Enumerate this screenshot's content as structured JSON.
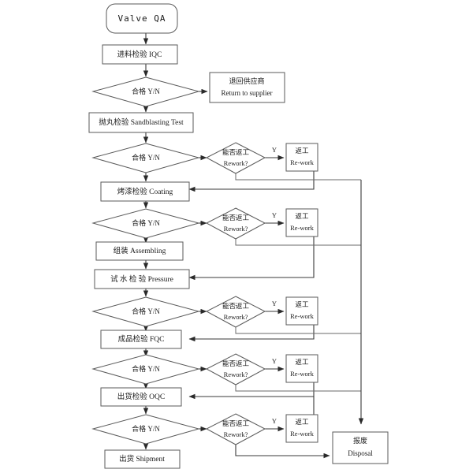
{
  "diagram": {
    "title": "Valve QA",
    "type": "flowchart",
    "orientation": "top-to-bottom",
    "background_color": "#ffffff",
    "line_color": "#3a3a3a",
    "box_border_color": "#5a5a5a",
    "text_color": "#1a1a1a"
  },
  "start": {
    "label": "Valve QA",
    "shape": "rounded-rectangle"
  },
  "stages": [
    {
      "id": "iqc",
      "process": {
        "cn": "进料检验",
        "en": "IQC",
        "combined": "进料检验 IQC"
      },
      "decision": {
        "cn": "合格",
        "en": "Y/N",
        "combined": "合格  Y/N"
      },
      "fail_target": "return-to-supplier",
      "rework": null
    },
    {
      "id": "sandblasting",
      "process": {
        "cn": "抛丸检验",
        "en": "Sandblasting Test",
        "combined": "抛丸检验 Sandblasting Test"
      },
      "decision": {
        "cn": "合格",
        "en": "Y/N",
        "combined": "合格  Y/N"
      },
      "rework": {
        "decision": {
          "cn": "能否返工",
          "en": "Rework?",
          "line1": "能否返工",
          "line2": "Rework?"
        },
        "yes_label": "Y",
        "box": {
          "cn": "返工",
          "en": "Re-work",
          "line1": "返工",
          "line2": "Re-work"
        }
      }
    },
    {
      "id": "coating",
      "process": {
        "cn": "烤漆检验",
        "en": "Coating",
        "combined": "烤漆检验 Coating"
      },
      "decision": {
        "cn": "合格",
        "en": "Y/N",
        "combined": "合格  Y/N"
      },
      "rework": {
        "decision": {
          "cn": "能否返工",
          "en": "Rework?",
          "line1": "能否返工",
          "line2": "Rework?"
        },
        "yes_label": "Y",
        "box": {
          "cn": "返工",
          "en": "Re-work",
          "line1": "返工",
          "line2": "Re-work"
        }
      }
    },
    {
      "id": "assembling",
      "process": {
        "cn": "组装",
        "en": "Assembling",
        "combined": "组装 Assembling"
      },
      "decision": null,
      "rework": null
    },
    {
      "id": "pressure",
      "process": {
        "cn": "试水检验",
        "en": "Pressure",
        "combined": "试 水 检 验   Pressure"
      },
      "decision": {
        "cn": "合格",
        "en": "Y/N",
        "combined": "合格  Y/N"
      },
      "rework": {
        "decision": {
          "cn": "能否返工",
          "en": "Rework?",
          "line1": "能否返工",
          "line2": "Rework?"
        },
        "yes_label": "Y",
        "box": {
          "cn": "返工",
          "en": "Re-work",
          "line1": "返工",
          "line2": "Re-work"
        }
      }
    },
    {
      "id": "fqc",
      "process": {
        "cn": "成品检验",
        "en": "FQC",
        "combined": "成品检验 FQC"
      },
      "decision": {
        "cn": "合格",
        "en": "Y/N",
        "combined": "合格  Y/N"
      },
      "rework": {
        "decision": {
          "cn": "能否返工",
          "en": "Rework?",
          "line1": "能否返工",
          "line2": "Rework?"
        },
        "yes_label": "Y",
        "box": {
          "cn": "返工",
          "en": "Re-work",
          "line1": "返工",
          "line2": "Re-work"
        }
      }
    },
    {
      "id": "oqc",
      "process": {
        "cn": "出货检验",
        "en": "OQC",
        "combined": "出货检验 OQC"
      },
      "decision": {
        "cn": "合格",
        "en": "Y/N",
        "combined": "合格  Y/N"
      },
      "rework": {
        "decision": {
          "cn": "能否返工",
          "en": "Rework?",
          "line1": "能否返工",
          "line2": "Rework?"
        },
        "yes_label": "Y",
        "box": {
          "cn": "返工",
          "en": "Re-work",
          "line1": "返工",
          "line2": "Re-work"
        }
      }
    }
  ],
  "terminals": {
    "return_supplier": {
      "line1": "退回供应商",
      "line2": "Return to supplier"
    },
    "shipment": {
      "cn": "出货",
      "en": "Shipment",
      "combined": "出货 Shipment"
    },
    "disposal": {
      "line1": "报废",
      "line2": "Disposal"
    }
  }
}
